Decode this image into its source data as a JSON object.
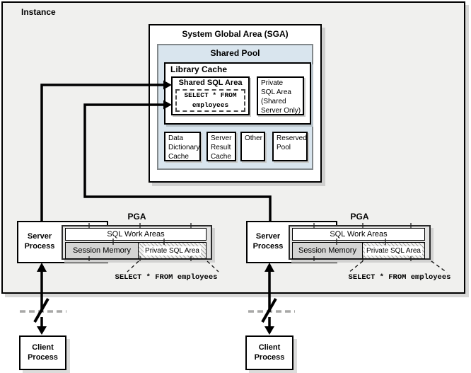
{
  "instance": {
    "label": "Instance"
  },
  "sga": {
    "title": "System Global Area (SGA)",
    "shared_pool": {
      "title": "Shared Pool",
      "library_cache": {
        "title": "Library Cache",
        "shared_sql_area": {
          "title": "Shared SQL Area",
          "query": "SELECT * FROM\nemployees"
        },
        "private_sql_area": "Private\nSQL Area\n(Shared\nServer Only)"
      },
      "components": [
        "Data\nDictionary\nCache",
        "Server\nResult\nCache",
        "Other",
        "Reserved\nPool"
      ]
    }
  },
  "pga": {
    "label": "PGA",
    "sql_work_areas": "SQL Work Areas",
    "session_memory": "Session Memory",
    "private_sql_area": "Private SQL Area",
    "query": "SELECT * FROM employees"
  },
  "server_process": {
    "label": "Server\nProcess"
  },
  "client_process": {
    "label": "Client\nProcess"
  },
  "colors": {
    "instance_fill": "#f0f0ee",
    "shared_pool_fill": "#d9e5ee",
    "shared_pool_border": "#82888b",
    "pga_fill": "#e3e3e2",
    "session_memory_fill": "#d4d4d3",
    "arrow": "#000000",
    "network_dash": "#a8a8a7"
  }
}
